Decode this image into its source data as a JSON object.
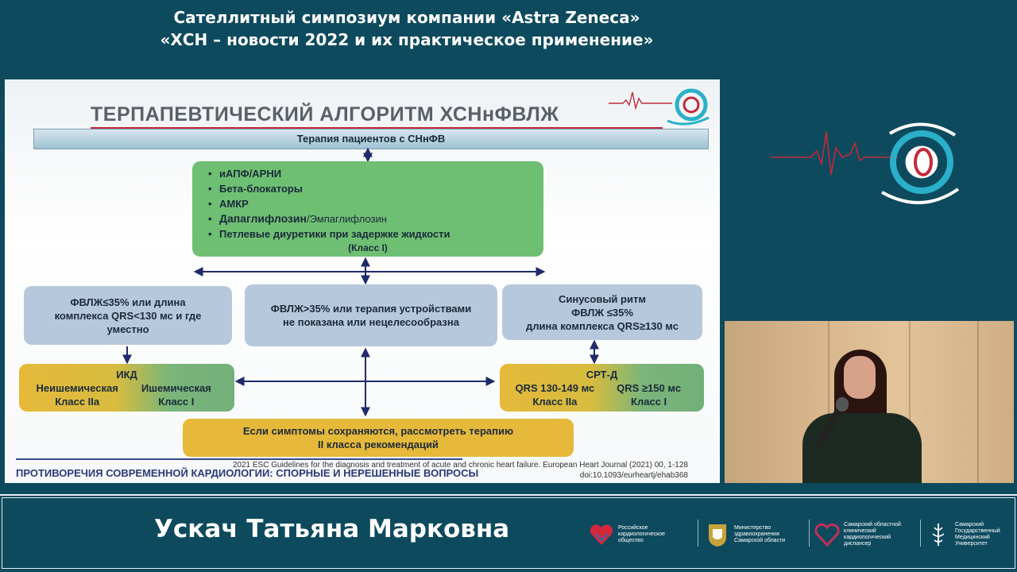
{
  "header": {
    "line1": "Сателлитный симпозиум компании «Astra Zeneca»",
    "line2": "«ХСН – новости 2022 и их практическое применение»"
  },
  "slide": {
    "title": "ТЕРПАПЕВТИЧЕСКИЙ АЛГОРИТМ ХСНнФВЛЖ",
    "top_bar": "Терапия пациентов с СНнФВ",
    "therapy": {
      "items": [
        "иАПФ/АРНИ",
        "Бета-блокаторы",
        "АМКР"
      ],
      "dapa_bold": "Дапаглифлозин",
      "dapa_rest": "/Эмпаглифлозин",
      "loop": "Петлевые диуретики при задержке жидкости",
      "class": "(Класс I)"
    },
    "left_box": {
      "line1": "ФВЛЖ≤35% или длина",
      "line2": "комплекса QRS<130 мс и где",
      "line3": "уместно"
    },
    "center_box": {
      "line1": "ФВЛЖ>35% или терапия устройствами",
      "line2": "не показана или нецелесообразна"
    },
    "right_box": {
      "line1": "Синусовый ритм",
      "line2": "ФВЛЖ ≤35%",
      "line3": "длина комплекса QRS≥130 мс"
    },
    "icd": {
      "title": "ИКД",
      "left_label": "Неишемическая",
      "left_class": "Класс IIa",
      "right_label": "Ишемическая",
      "right_class": "Класс I"
    },
    "crt": {
      "title": "СРТ-Д",
      "left_label": "QRS 130-149 мс",
      "left_class": "Класс IIa",
      "right_label": "QRS ≥150 мс",
      "right_class": "Класс I"
    },
    "bottom_box": {
      "line1": "Если симптомы сохраняются, рассмотреть терапию",
      "line2": "II класса рекомендаций"
    },
    "reference_line1": "2021 ESC Guidelines for the diagnosis and treatment of acute and chronic heart failure. European Heart Journal (2021) 00, 1-128",
    "reference_line2": "doi:10.1093/eurheartj/ehab368",
    "footer_title": "ПРОТИВОРЕЧИЯ СОВРЕМЕННОЙ КАРДИОЛОГИИ: СПОРНЫЕ И НЕРЕШЕННЫЕ ВОПРОСЫ"
  },
  "speaker": {
    "name": "Ускач Татьяна Марковна"
  },
  "organizations": [
    {
      "name": "Российское кардиологическое общество",
      "icon": "rko-heart-icon",
      "color": "#d4283a"
    },
    {
      "name": "Министерство здравоохранения Самарской области",
      "icon": "samara-coat-of-arms-icon",
      "color": "#c8a23a"
    },
    {
      "name": "Самарский областной клинический кардиологический диспансер",
      "icon": "heart-outline-icon",
      "color": "#c2305a"
    },
    {
      "name": "Самарский Государственный Медицинский Университет",
      "icon": "university-emblem-icon",
      "color": "#ffffff"
    }
  ],
  "colors": {
    "background": "#0d4a5e",
    "therapy_green": "#6fbf73",
    "criteria_blue": "#b6c8dc",
    "device_yellow": "#e6b93a",
    "accent_red": "#c22a3a"
  }
}
